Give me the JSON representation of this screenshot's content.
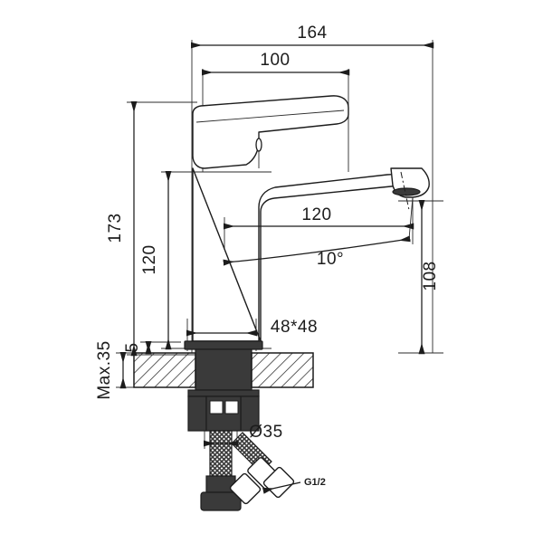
{
  "drawing": {
    "title": "Basin Faucet Technical Dimension Drawing",
    "background_color": "#ffffff",
    "line_color": "#1c1c1c",
    "units": "mm",
    "dimensions": {
      "overall_width": "164",
      "handle_width": "100",
      "overall_height": "173",
      "body_height": "120",
      "spout_reach": "120",
      "spout_height": "108",
      "deck_plate": "5",
      "deck_thickness": "Max.35",
      "base_footprint": "48*48",
      "mount_hole_diameter": "Ø35",
      "spout_angle": "10°",
      "supply_thread": "G1/2"
    },
    "labels": {
      "width_164": "164",
      "width_100": "100",
      "height_173": "173",
      "height_120": "120",
      "reach_120": "120",
      "height_108": "108",
      "plate_5": "5",
      "max_35": "Max.35",
      "base_48x48": "48*48",
      "dia_35": "Ø35",
      "angle_10": "10°",
      "thread_g12": "G1/2"
    }
  }
}
